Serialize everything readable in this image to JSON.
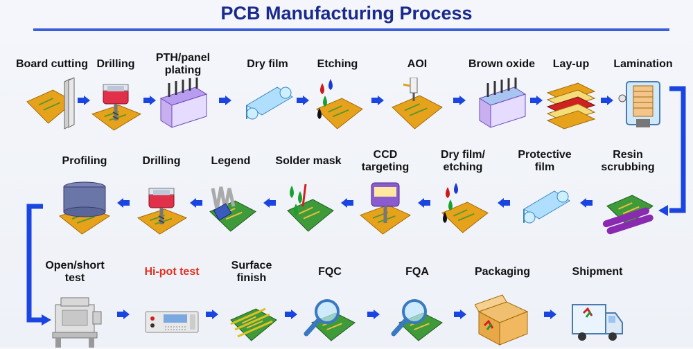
{
  "title": "PCB Manufacturing Process",
  "colors": {
    "title": "#1a2a8c",
    "arrow": "#1a45e0",
    "highlight": "#e03020"
  },
  "rows": [
    {
      "direction": "left-to-right",
      "steps": [
        {
          "label": "Board cutting",
          "icon": "board-cutting-icon"
        },
        {
          "label": "Drilling",
          "icon": "drilling-icon"
        },
        {
          "label": "PTH/panel\nplating",
          "icon": "plating-tank-icon"
        },
        {
          "label": "Dry film",
          "icon": "film-roll-icon"
        },
        {
          "label": "Etching",
          "icon": "etching-drops-icon"
        },
        {
          "label": "AOI",
          "icon": "inspection-probe-icon"
        },
        {
          "label": "Brown oxide",
          "icon": "oxide-tank-icon"
        },
        {
          "label": "Lay-up",
          "icon": "layer-stack-icon"
        },
        {
          "label": "Lamination",
          "icon": "lamination-press-icon"
        }
      ]
    },
    {
      "direction": "right-to-left",
      "steps": [
        {
          "label": "Resin\nscrubbing",
          "icon": "scrubbing-rollers-icon"
        },
        {
          "label": "Protective\nfilm",
          "icon": "film-roll-icon"
        },
        {
          "label": "Dry film/\netching",
          "icon": "etching-drops-icon"
        },
        {
          "label": "CCD\ntargeting",
          "icon": "ccd-camera-icon"
        },
        {
          "label": "Solder mask",
          "icon": "solder-mask-icon"
        },
        {
          "label": "Legend",
          "icon": "legend-print-icon"
        },
        {
          "label": "Drilling",
          "icon": "drilling-icon"
        },
        {
          "label": "Profiling",
          "icon": "profiling-router-icon"
        }
      ]
    },
    {
      "direction": "left-to-right",
      "steps": [
        {
          "label": "Open/short\ntest",
          "icon": "test-machine-icon"
        },
        {
          "label": "Hi-pot test",
          "icon": "hipot-tester-icon",
          "highlight": true
        },
        {
          "label": "Surface\nfinish",
          "icon": "surface-finish-icon"
        },
        {
          "label": "FQC",
          "icon": "magnifier-icon"
        },
        {
          "label": "FQA",
          "icon": "magnifier-icon"
        },
        {
          "label": "Packaging",
          "icon": "package-box-icon"
        },
        {
          "label": "Shipment",
          "icon": "delivery-truck-icon"
        }
      ]
    }
  ]
}
